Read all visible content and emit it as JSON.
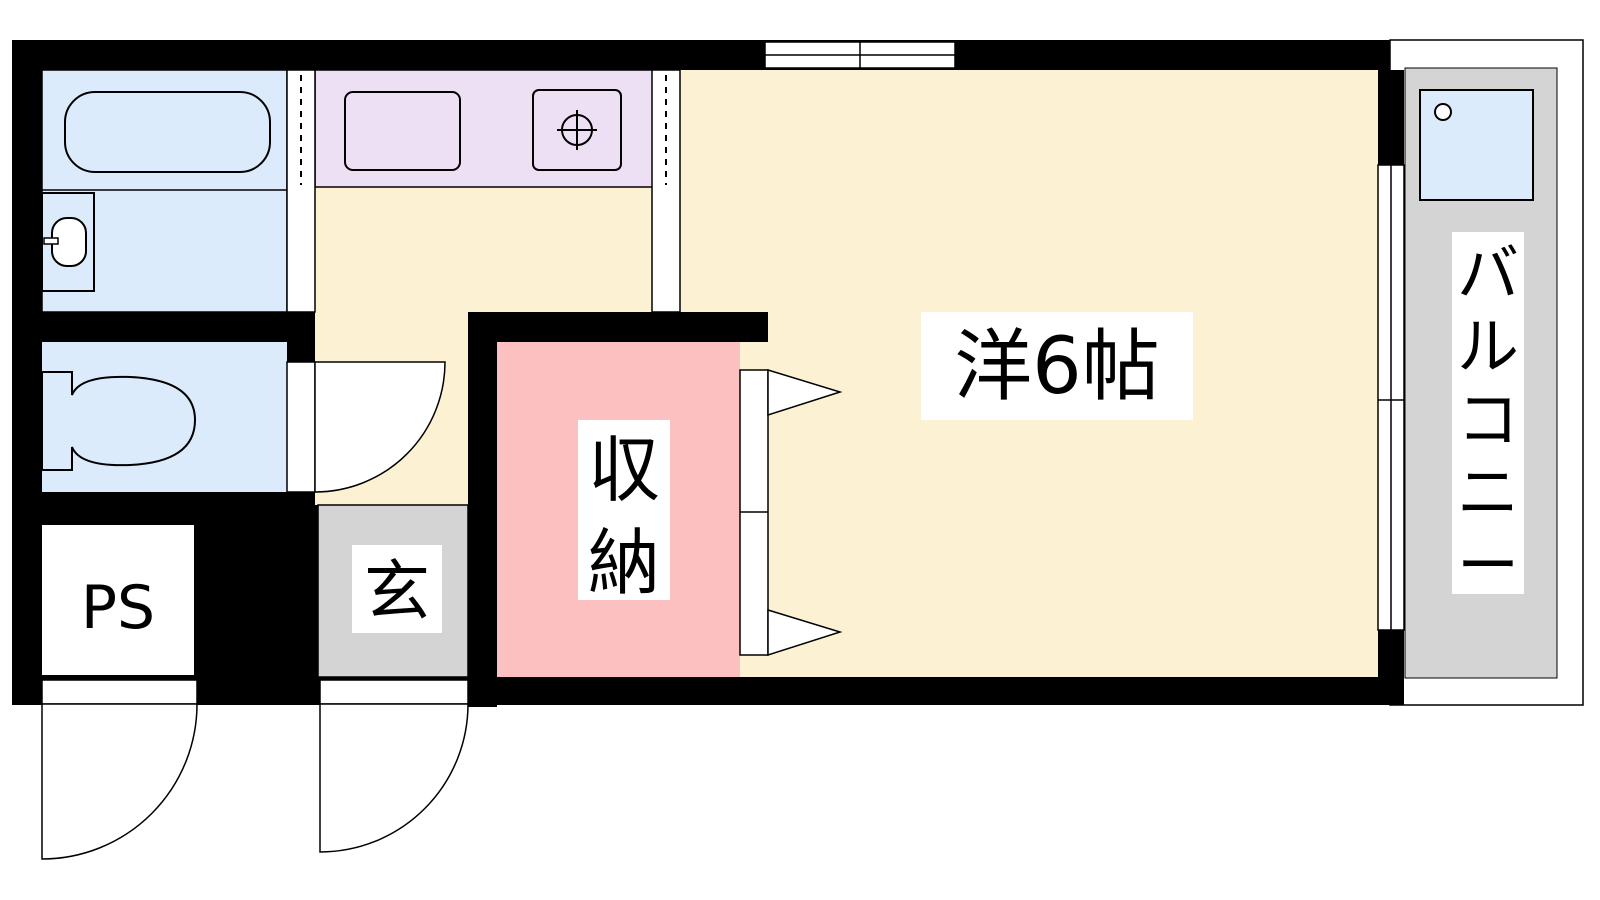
{
  "rooms": {
    "western": {
      "label": "洋6帖"
    },
    "storage": {
      "label_line1": "収",
      "label_line2": "納"
    },
    "entrance": {
      "label": "玄"
    },
    "pipe_space": {
      "label": "PS"
    },
    "balcony": {
      "label_chars": [
        "バ",
        "ル",
        "コ",
        "ニ",
        "ー"
      ]
    }
  },
  "colors": {
    "western_floor": "#fdf1d3",
    "kitchen_floor": "#fdf1d3",
    "kitchen_counter": "#ede0f4",
    "bath": "#dcebfb",
    "toilet": "#dcebfb",
    "storage": "#fcc0c0",
    "entrance": "#d4d4d4",
    "balcony": "#d4d4d4",
    "wall": "#000000"
  },
  "icons": {
    "bathtub": "bathtub-icon",
    "sink": "washbasin-icon",
    "kitchen_sink": "kitchen-sink-icon",
    "stove": "gas-stove-icon",
    "toilet": "toilet-icon",
    "washer": "washing-machine-icon"
  }
}
